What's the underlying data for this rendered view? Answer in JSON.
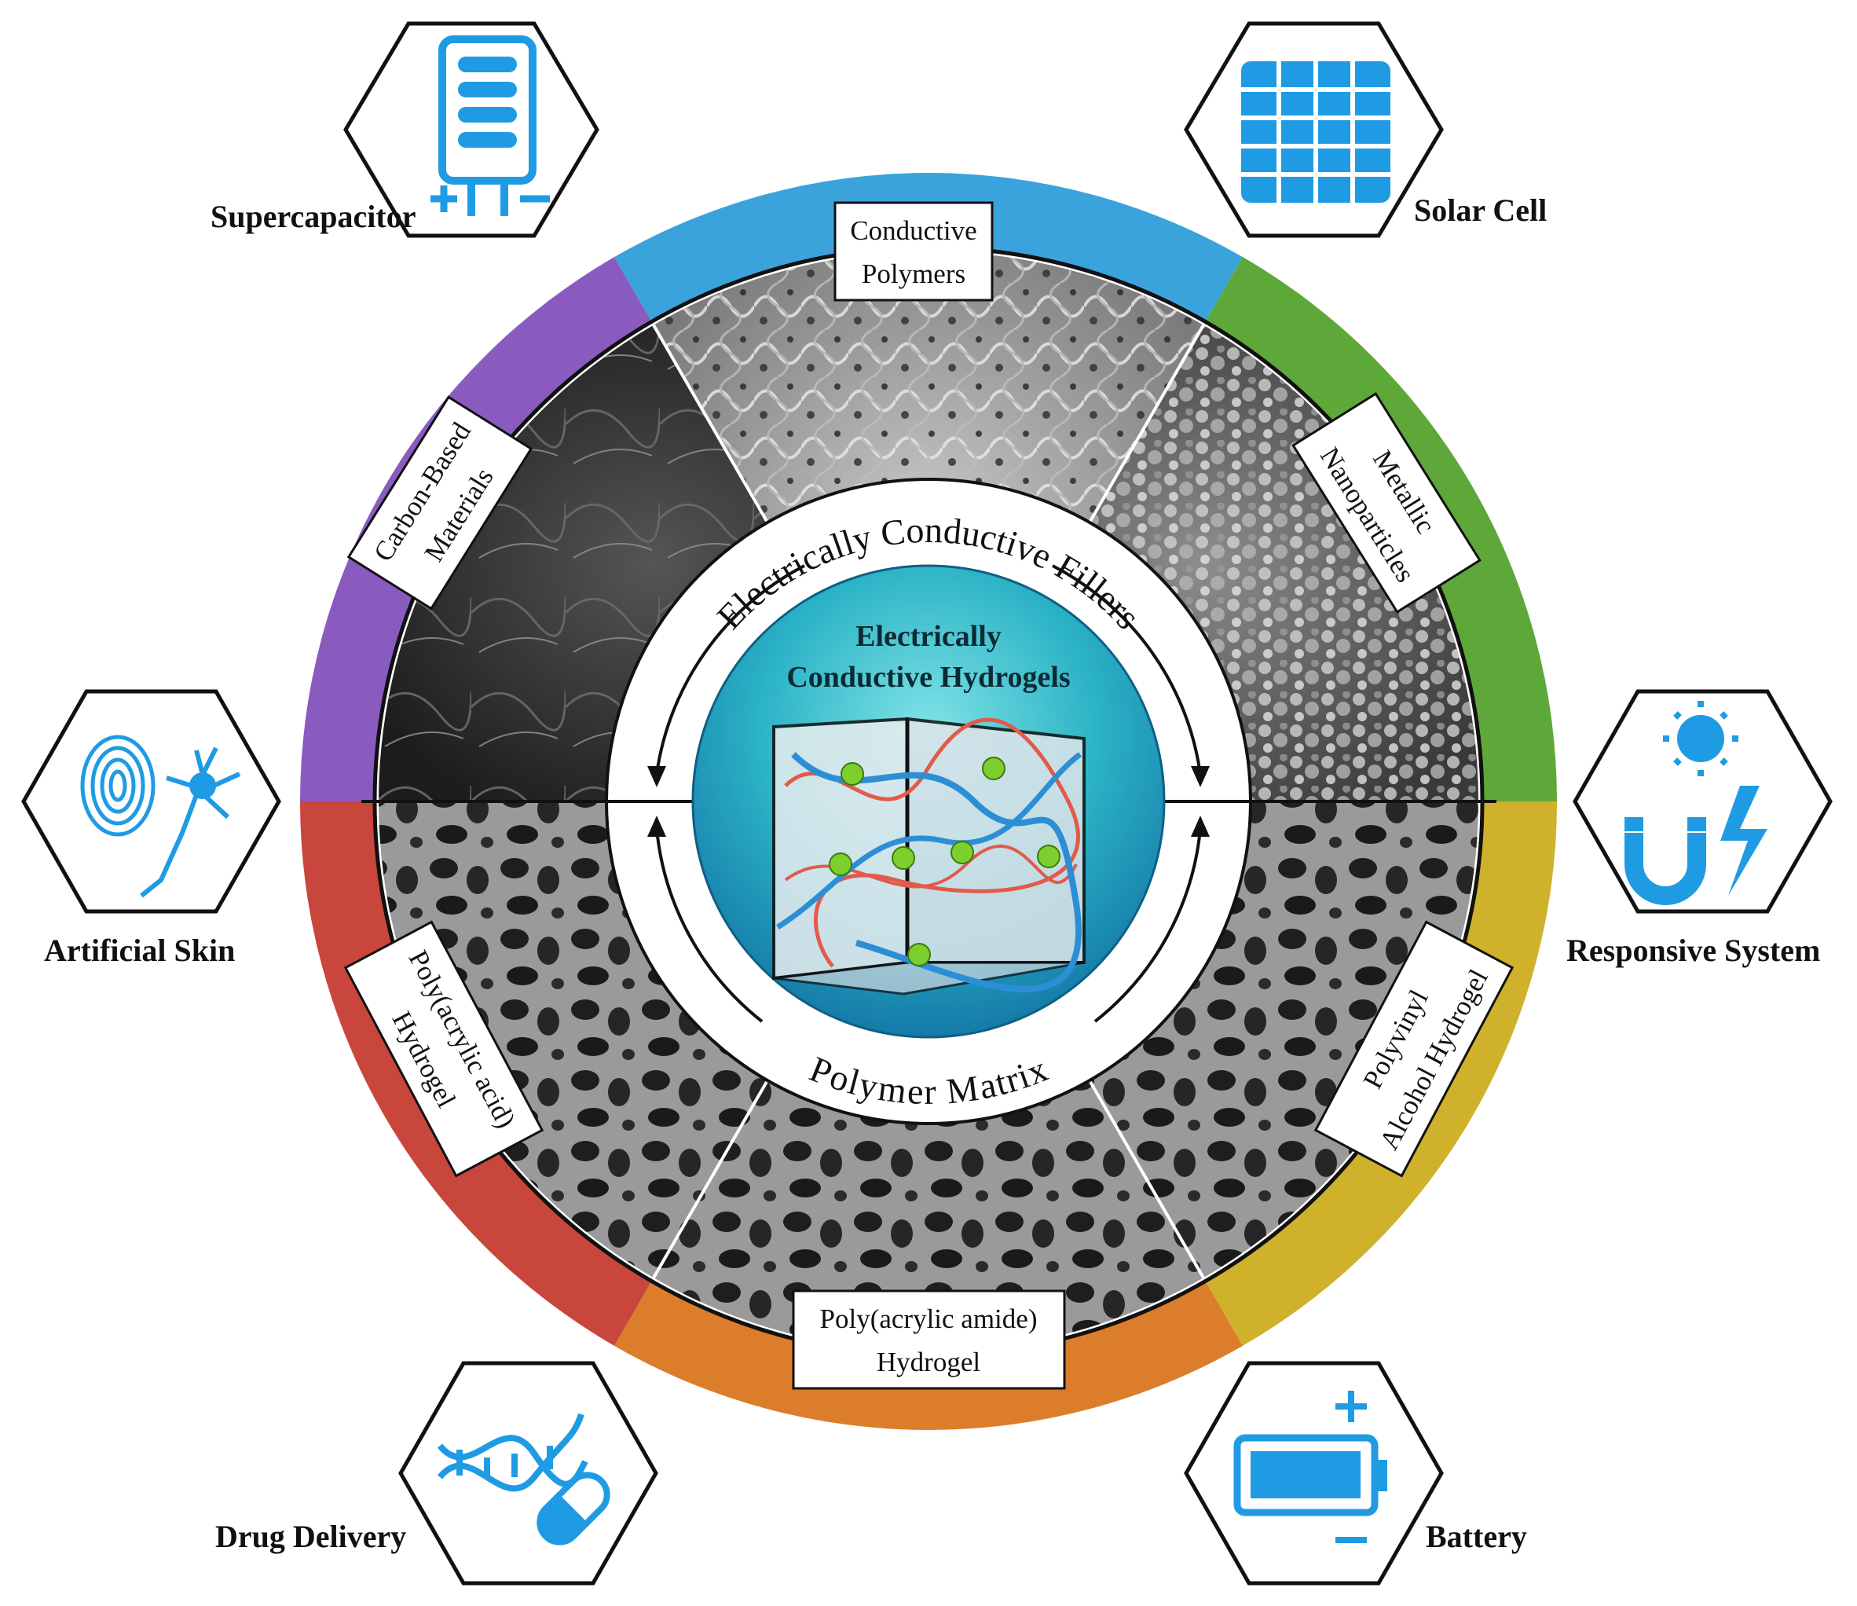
{
  "center": {
    "title_line1": "Electrically",
    "title_line2": "Conductive Hydrogels",
    "top_arc_text": "Electrically Conductive Fillers",
    "bottom_arc_text": "Polymer Matrix"
  },
  "fillers": {
    "conductive_polymers": [
      "Conductive",
      "Polymers"
    ],
    "carbon_based": [
      "Carbon-Based",
      "Materials"
    ],
    "metallic_nanoparticles": [
      "Metallic",
      "Nanoparticles"
    ]
  },
  "matrices": {
    "paa": [
      "Poly(acrylic acid)",
      "Hydrogel"
    ],
    "pam": [
      "Poly(acrylic amide)",
      "Hydrogel"
    ],
    "pva": [
      "Polyvinyl",
      "Alcohol Hydrogel"
    ]
  },
  "applications": {
    "supercapacitor": "Supercapacitor",
    "solar_cell": "Solar Cell",
    "artificial_skin": "Artificial Skin",
    "responsive_system": "Responsive System",
    "drug_delivery": "Drug Delivery",
    "battery": "Battery"
  },
  "colors": {
    "ring_blue": "#3aa3dc",
    "ring_green": "#5ea83a",
    "ring_yellow": "#cfb12c",
    "ring_orange": "#dc7d2c",
    "ring_red": "#c9463c",
    "ring_purple": "#8a5bbf",
    "icon_blue": "#1f9be3"
  }
}
